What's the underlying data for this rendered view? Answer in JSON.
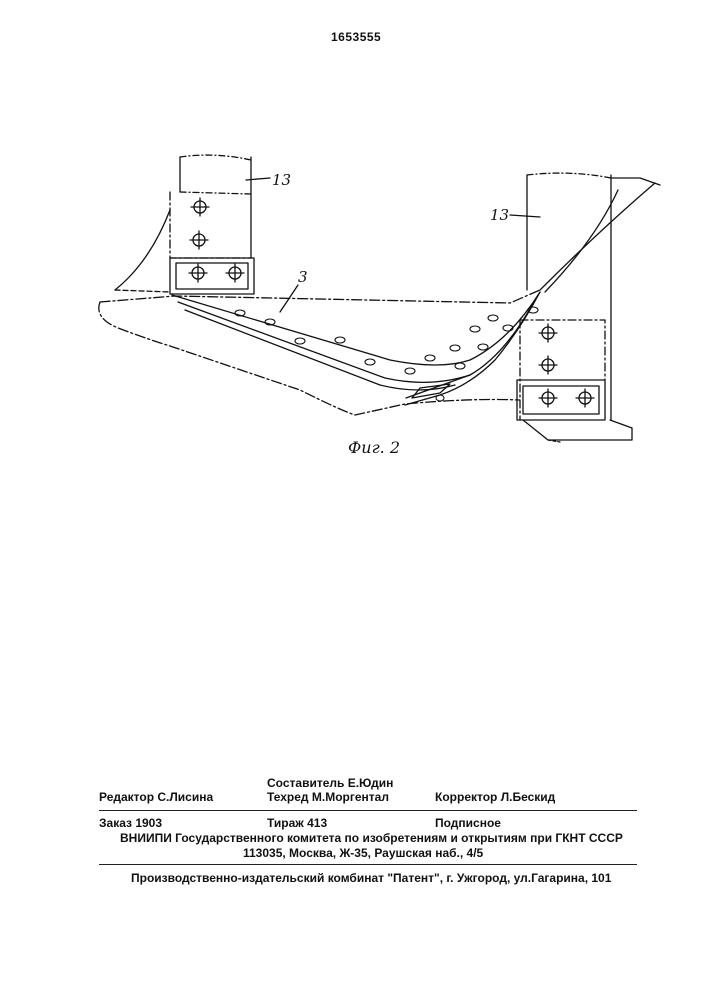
{
  "header": {
    "patent_number": "1653555"
  },
  "figure": {
    "caption": "Фиг. 2",
    "labels": {
      "post_left": "13",
      "post_right": "13",
      "blade": "3"
    }
  },
  "imprint": {
    "editor": "Редактор  С.Лисина",
    "compiler": "Составитель Е.Юдин",
    "techred": "Техред М.Моргентал",
    "corrector": "Корректор  Л.Бескид",
    "order": "Заказ  1903",
    "circulation": "Тираж 413",
    "subscription": "Подписное",
    "institute": "ВНИИПИ Государственного комитета по изобретениям и открытиям при ГКНТ СССР",
    "address": "113035, Москва, Ж-35, Раушская наб., 4/5",
    "printer": "Производственно-издательский комбинат \"Патент\", г. Ужгород, ул.Гагарина, 101"
  }
}
